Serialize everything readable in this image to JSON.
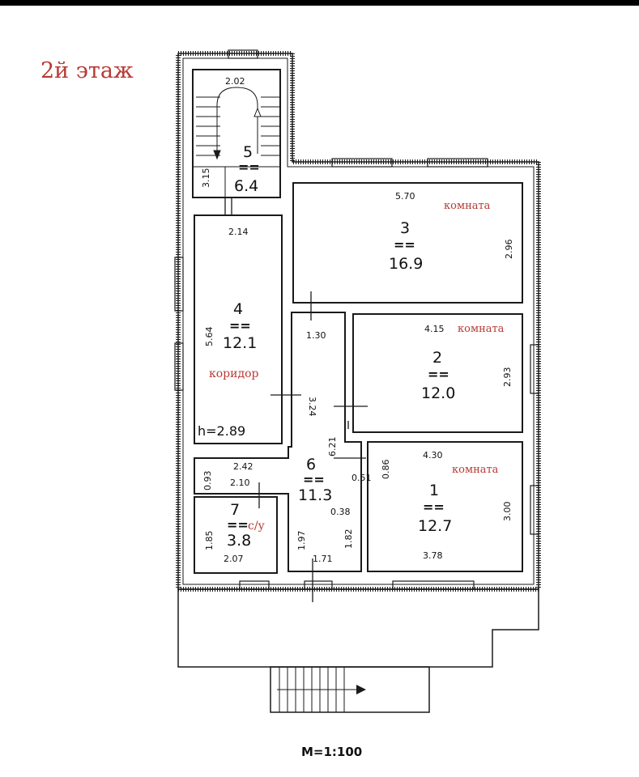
{
  "floor_label": "2й этаж",
  "scale_label": "М=1:100",
  "rooms": [
    {
      "id": "5",
      "number": "5",
      "area": "6.4",
      "dims": [
        "2.02",
        "3.15"
      ]
    },
    {
      "id": "4",
      "number": "4",
      "area": "12.1",
      "dims": [
        "2.14",
        "5.64"
      ],
      "label": "коридор",
      "height": "h=2.89"
    },
    {
      "id": "3",
      "number": "3",
      "area": "16.9",
      "dims": [
        "5.70",
        "2.96"
      ],
      "label": "комната"
    },
    {
      "id": "2",
      "number": "2",
      "area": "12.0",
      "dims": [
        "4.15",
        "2.93"
      ],
      "label": "комната"
    },
    {
      "id": "6",
      "number": "6",
      "area": "11.3",
      "dims": [
        "1.30",
        "3.24",
        "6.21",
        "0.51",
        "0.86",
        "0.38",
        "1.82",
        "1.97",
        "1.71"
      ]
    },
    {
      "id": "1",
      "number": "1",
      "area": "12.7",
      "dims": [
        "4.30",
        "3.00",
        "3.78"
      ],
      "label": "комната"
    },
    {
      "id": "7",
      "number": "7",
      "area": "3.8",
      "dims": [
        "2.42",
        "0.93",
        "2.10",
        "1.85",
        "2.07"
      ],
      "label": "с/у"
    }
  ],
  "colors": {
    "annotation": "#b83a35",
    "walls": "#1a1a1a",
    "background": "#ffffff"
  }
}
